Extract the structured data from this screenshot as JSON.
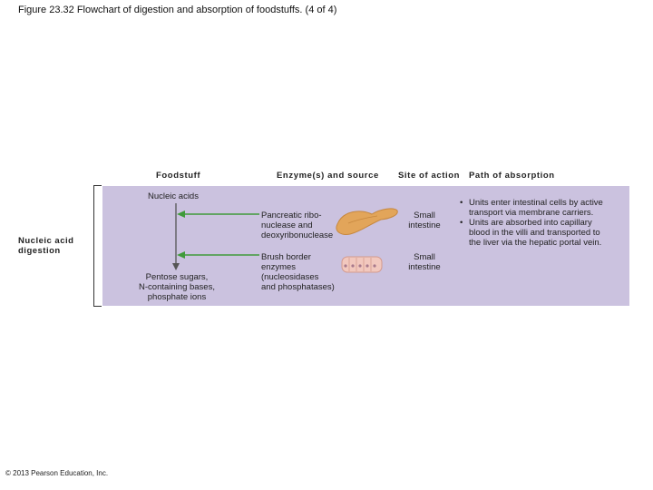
{
  "title": "Figure 23.32  Flowchart of digestion and absorption of foodstuffs.  (4 of 4)",
  "headers": {
    "foodstuff": "Foodstuff",
    "enzymes": "Enzyme(s) and source",
    "site": "Site of action",
    "path": "Path of absorption"
  },
  "section_label": [
    "Nucleic acid",
    "digestion"
  ],
  "foodstuff": {
    "start": "Nucleic acids",
    "end": [
      "Pentose sugars,",
      "N-containing bases,",
      "phosphate ions"
    ]
  },
  "enzymes": [
    {
      "text": [
        "Pancreatic ribo-",
        "nuclease and",
        "deoxyribonuclease"
      ],
      "source_icon": "pancreas-icon",
      "site": [
        "Small",
        "intestine"
      ]
    },
    {
      "text": [
        "Brush border",
        "enzymes",
        "(nucleosidases",
        "and phosphatases)"
      ],
      "source_icon": "brush-border-cells-icon",
      "site": [
        "Small",
        "intestine"
      ]
    }
  ],
  "absorption": [
    [
      "Units enter intestinal cells by active",
      "transport via membrane carriers."
    ],
    [
      "Units are absorbed into capillary",
      "blood in the villi and transported to",
      "the liver via the hepatic portal vein."
    ]
  ],
  "copyright": "© 2013 Pearson Education, Inc.",
  "colors": {
    "panel": "#cbc2df",
    "arrow_green": "#3f9a3a",
    "pancreas": "#e2a55a",
    "cells": "#f2c8be"
  }
}
